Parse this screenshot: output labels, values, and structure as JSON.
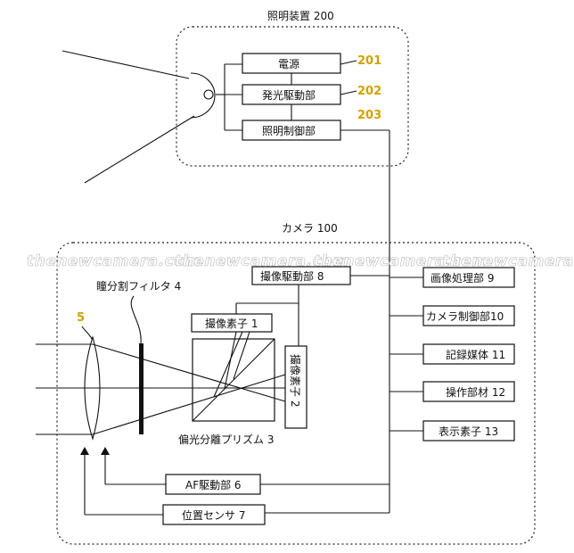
{
  "illumination": {
    "title": "照明装置 200",
    "blocks": {
      "power": "電源",
      "light_drive": "発光駆動部",
      "light_control": "照明制御部"
    },
    "refs": {
      "power": "201",
      "light_drive": "202",
      "light_control": "203"
    }
  },
  "camera": {
    "title": "カメラ 100",
    "filter_label": "瞳分割フィルタ 4",
    "lens_ref": "5",
    "sensor1": "撮像素子 1",
    "sensor2": "撮像素子 2",
    "prism_label": "偏光分離プリズム 3",
    "sensor_drive": "撮像駆動部 8",
    "af_drive": "AF駆動部 6",
    "position_sensor": "位置センサ 7",
    "right_blocks": [
      "画像処理部 9",
      "カメラ制御部10",
      "記録媒体 11",
      "操作部材 12",
      "表示素子 13"
    ]
  },
  "watermark": "thenewcamera.com"
}
